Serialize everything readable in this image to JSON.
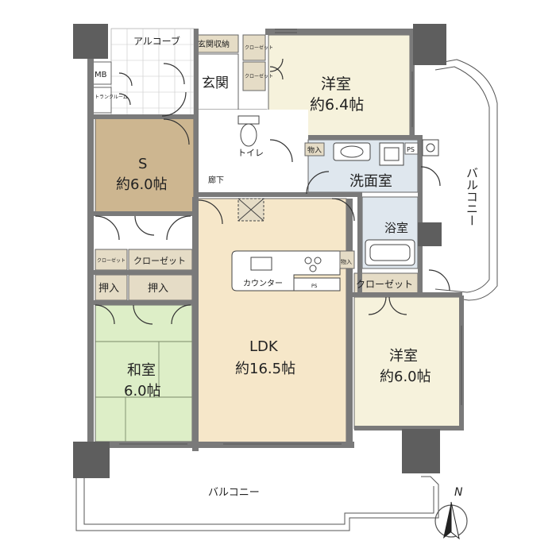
{
  "rooms": {
    "western_room_top": {
      "name": "洋室",
      "size": "約6.4帖"
    },
    "s_room": {
      "name": "S",
      "size": "約6.0帖"
    },
    "ldk": {
      "name": "LDK",
      "size": "約16.5帖"
    },
    "japanese_room": {
      "name": "和室",
      "size": "6.0帖"
    },
    "western_room_right": {
      "name": "洋室",
      "size": "約6.0帖"
    }
  },
  "labels": {
    "alcove": "アルコーブ",
    "mb": "MB",
    "trunk_room": "トランク\nルーム",
    "entrance_storage": "玄関収納",
    "closet_small_1": "クロー\nゼット",
    "closet_small_2": "クロー\nゼット",
    "entrance": "玄関",
    "toilet": "トイレ",
    "storage_small": "物入",
    "ps_top": "PS",
    "washroom": "洗面室",
    "corridor": "廊下",
    "bathroom": "浴室",
    "balcony_east": "バルコニー",
    "closet_s_small": "クロー\nゼット",
    "closet_s": "クローゼット",
    "counter": "カウンター",
    "storage_kitchen": "物入",
    "closet_right": "クローゼット",
    "oshiire_1": "押入",
    "oshiire_2": "押入",
    "ps_counter": "PS",
    "balcony_south": "バルコニー",
    "north_mark": "N"
  },
  "colors": {
    "wall": "#7a7a7a",
    "pillar": "#5e5e5e",
    "western_floor": "#f6f2dc",
    "s_floor": "#cdb690",
    "ldk_floor": "#f6e7c9",
    "tatami": "#ddeec7",
    "storage": "#e5dcc6",
    "wet_area": "#dfe7ee",
    "tile": "#ffffff"
  }
}
